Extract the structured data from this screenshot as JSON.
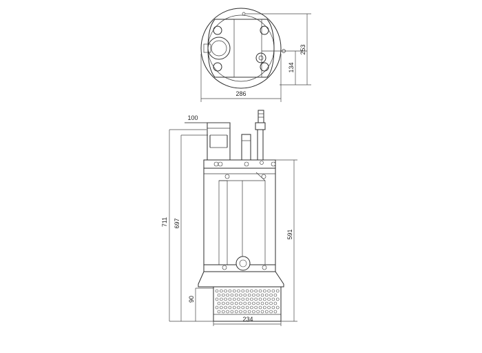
{
  "drawing": {
    "dimensions": {
      "top_view_height": "253",
      "top_view_offset": "134",
      "top_view_width": "286",
      "discharge_width": "100",
      "total_height": "711",
      "outlet_height": "697",
      "motor_height": "591",
      "strainer_height": "90",
      "base_width": "234"
    }
  }
}
